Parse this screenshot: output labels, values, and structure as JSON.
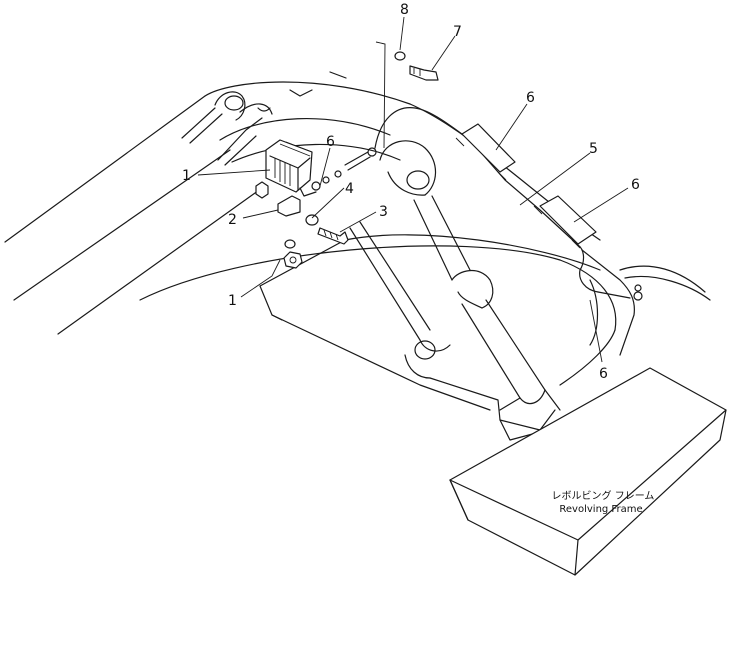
{
  "callouts": [
    "1",
    "1",
    "2",
    "3",
    "4",
    "5",
    "6",
    "6",
    "6",
    "6",
    "7",
    "8"
  ],
  "frame_label": {
    "jp": "レボルビング フレーム",
    "en": "Revolving Frame"
  },
  "colors": {
    "ink": "#1a1a1a",
    "paper": "#ffffff"
  }
}
